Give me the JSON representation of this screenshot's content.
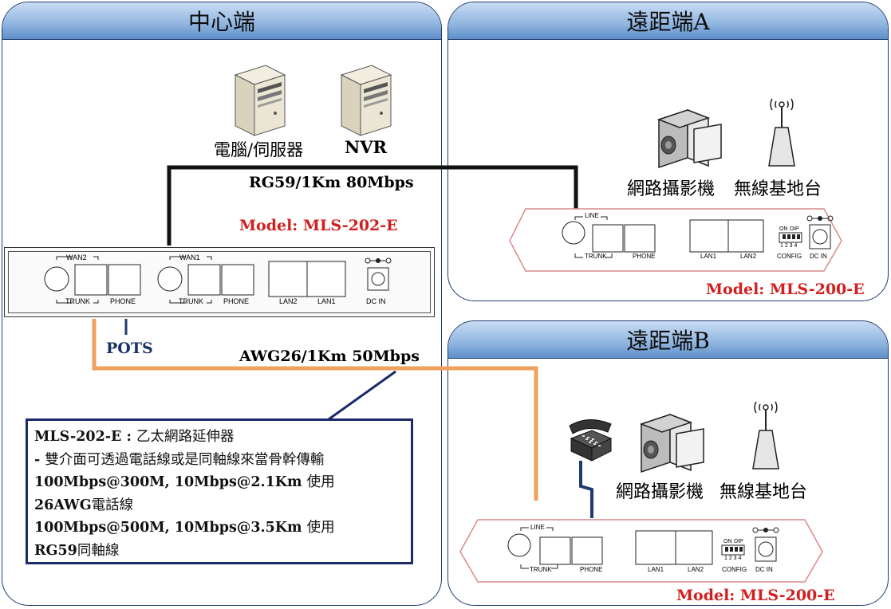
{
  "panels": {
    "center": {
      "title": "中心端"
    },
    "remote_a": {
      "title": "遠距端A"
    },
    "remote_b": {
      "title": "遠距端B"
    }
  },
  "center": {
    "server_label": "電腦/伺服器",
    "nvr_label": "NVR",
    "model": "Model: MLS-202-E",
    "device": {
      "wan2": "WAN2",
      "wan1": "WAN1",
      "trunk": "TRUNK",
      "phone": "PHONE",
      "lan2": "LAN2",
      "lan1": "LAN1",
      "dcin": "DC IN"
    },
    "pots": "POTS"
  },
  "links": {
    "coax": "RG59/1Km 80Mbps",
    "phone_line": "AWG26/1Km 50Mbps"
  },
  "remote_a": {
    "camera_label": "網路攝影機",
    "ap_label": "無線基地台",
    "model": "Model: MLS-200-E",
    "device": {
      "line": "LINE",
      "trunk": "TRUNK",
      "phone": "PHONE",
      "lan1": "LAN1",
      "lan2": "LAN2",
      "dip": "DIP",
      "on": "ON",
      "dip_nums": "1 2 3 4",
      "config": "CONFIG",
      "dcin": "DC IN"
    }
  },
  "remote_b": {
    "camera_label": "網路攝影機",
    "ap_label": "無線基地台",
    "model": "Model: MLS-200-E",
    "device": {
      "line": "LINE",
      "trunk": "TRUNK",
      "phone": "PHONE",
      "lan1": "LAN1",
      "lan2": "LAN2",
      "dip": "DIP",
      "on": "ON",
      "dip_nums": "1 2 3 4",
      "config": "CONFIG",
      "dcin": "DC IN"
    }
  },
  "info": {
    "lines": [
      {
        "bold": "MLS-202-E : ",
        "text": "乙太網路延伸器"
      },
      {
        "bold": "- ",
        "text": "雙介面可透過電話線或是同軸線來當骨幹傳輸"
      },
      {
        "bold": "100Mbps@300M, 10Mbps@2.1Km ",
        "text": "使用"
      },
      {
        "bold": "26AWG",
        "text": "電話線"
      },
      {
        "bold": "100Mbps@500M, 10Mbps@3.5Km ",
        "text": "使用"
      },
      {
        "bold": "RG59",
        "text": "同軸線"
      }
    ]
  },
  "colors": {
    "header_gradient_top": "#c9ddf3",
    "header_gradient_bottom": "#5f8fca",
    "panel_border": "#1f3b6e",
    "coax_wire": "#111111",
    "phone_wire": "#f0a15d",
    "pots_wire": "#1f3b6e",
    "model_text": "#d11f1f",
    "remote_device_outline": "#d98a8a"
  }
}
